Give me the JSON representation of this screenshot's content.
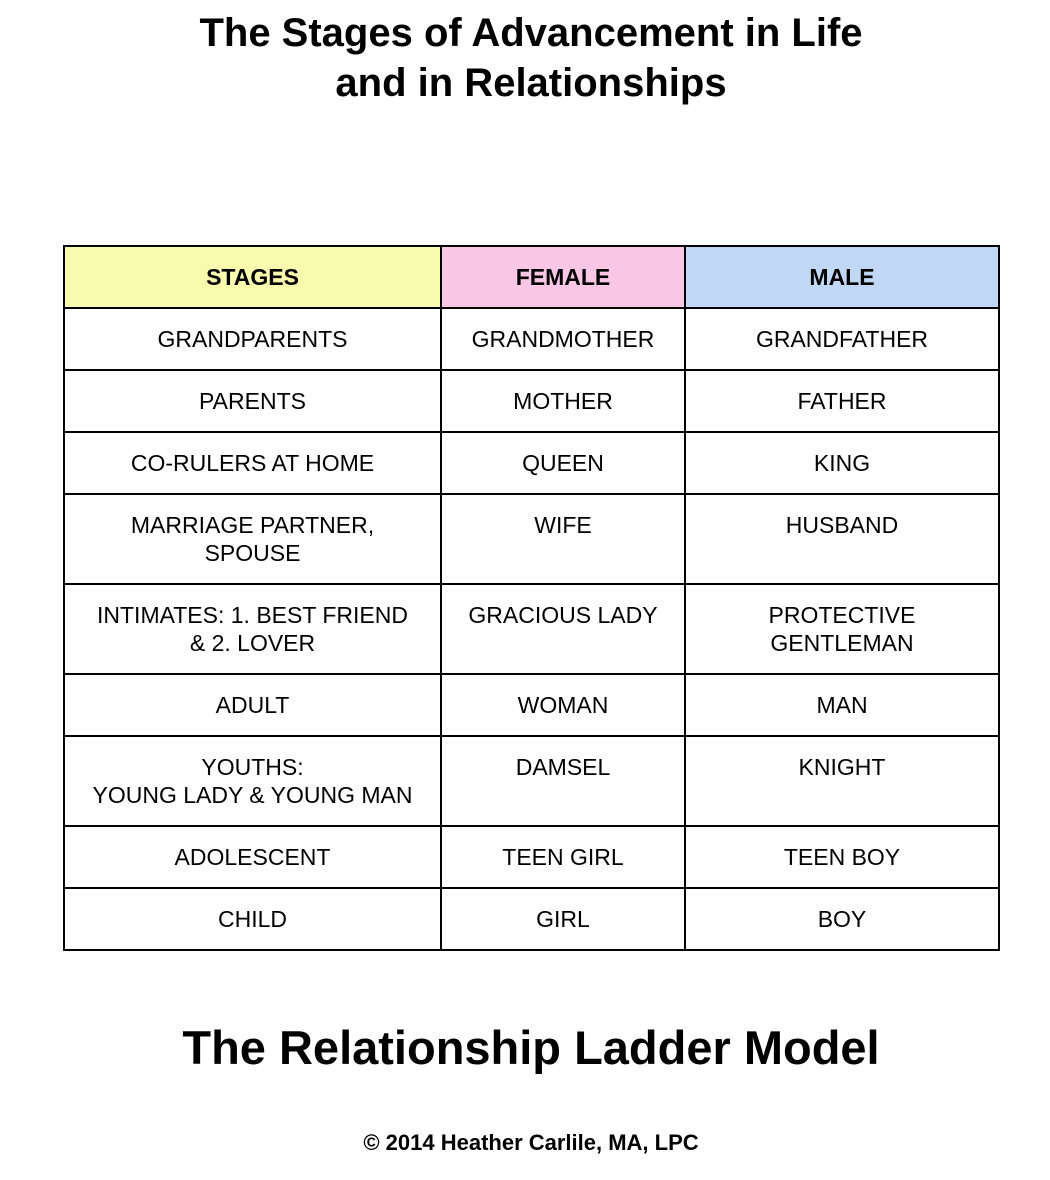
{
  "title": {
    "line1": "The Stages of Advancement in Life",
    "line2": "and in Relationships"
  },
  "colors": {
    "stages_header": "#FAFAAF",
    "female_header": "#F9C6E6",
    "male_header": "#C0D8F5",
    "border": "#000000"
  },
  "table": {
    "headers": [
      "STAGES",
      "FEMALE",
      "MALE"
    ],
    "rows": [
      [
        "GRANDPARENTS",
        "GRANDMOTHER",
        "GRANDFATHER"
      ],
      [
        "PARENTS",
        "MOTHER",
        "FATHER"
      ],
      [
        "CO-RULERS AT HOME",
        "QUEEN",
        "KING"
      ],
      [
        "MARRIAGE PARTNER,\nSPOUSE",
        "WIFE",
        "HUSBAND"
      ],
      [
        "INTIMATES: 1. BEST FRIEND\n& 2. LOVER",
        "GRACIOUS LADY",
        "PROTECTIVE\nGENTLEMAN"
      ],
      [
        "ADULT",
        "WOMAN",
        "MAN"
      ],
      [
        "YOUTHS:\nYOUNG LADY & YOUNG MAN",
        "DAMSEL",
        "KNIGHT"
      ],
      [
        "ADOLESCENT",
        "TEEN GIRL",
        "TEEN BOY"
      ],
      [
        "CHILD",
        "GIRL",
        "BOY"
      ]
    ]
  },
  "subtitle": "The Relationship Ladder Model",
  "copyright": "© 2014 Heather Carlile, MA, LPC"
}
